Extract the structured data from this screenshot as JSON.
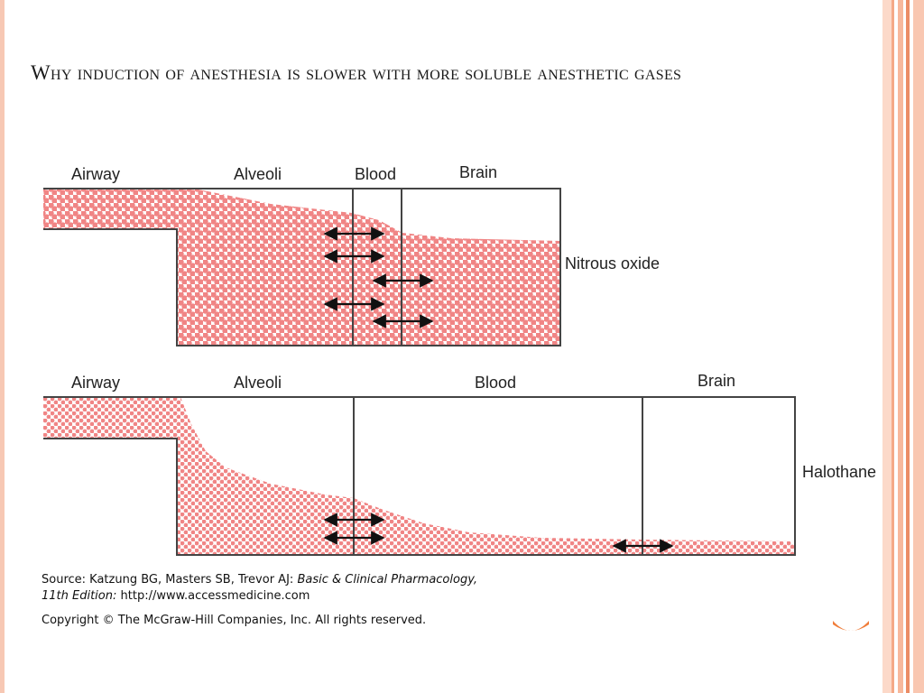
{
  "slide": {
    "title": "Why induction of anesthesia is slower with more soluble anesthetic gases",
    "colors": {
      "particle": "#f08585",
      "stripe_light": "#fcd9c9",
      "stripe_mid": "#f4a987",
      "stripe_dark": "#eb8c65",
      "accent_orange": "#f07d3a",
      "line": "#444444"
    }
  },
  "diagram": {
    "top": {
      "labels": {
        "airway": "Airway",
        "alveoli": "Alveoli",
        "blood": "Blood",
        "brain": "Brain"
      },
      "side_label": "Nitrous oxide",
      "icons": [
        "double-arrow-icon",
        "double-arrow-icon",
        "double-arrow-icon",
        "double-arrow-icon",
        "double-arrow-icon"
      ]
    },
    "bottom": {
      "labels": {
        "airway": "Airway",
        "alveoli": "Alveoli",
        "blood": "Blood",
        "brain": "Brain"
      },
      "side_label": "Halothane",
      "icons": [
        "double-arrow-icon",
        "double-arrow-icon",
        "double-arrow-icon"
      ]
    }
  },
  "source": {
    "prefix": "Source: Katzung BG, Masters SB, Trevor AJ: ",
    "book": "Basic & Clinical Pharmacology,",
    "edition": "11th Edition:",
    "url": " http://www.accessmedicine.com",
    "copyright": "Copyright © The McGraw-Hill Companies, Inc. All rights reserved."
  }
}
